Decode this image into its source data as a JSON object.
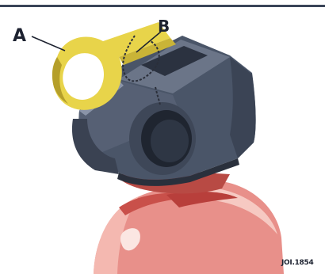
{
  "callouts": {
    "a": "A",
    "b": "B"
  },
  "figure_code": "JOI.1854",
  "colors": {
    "rule": "#3a4558",
    "valve_body": "#4a5568",
    "safety_pin": "#e8d44a",
    "cylinder": "#e8908a"
  }
}
